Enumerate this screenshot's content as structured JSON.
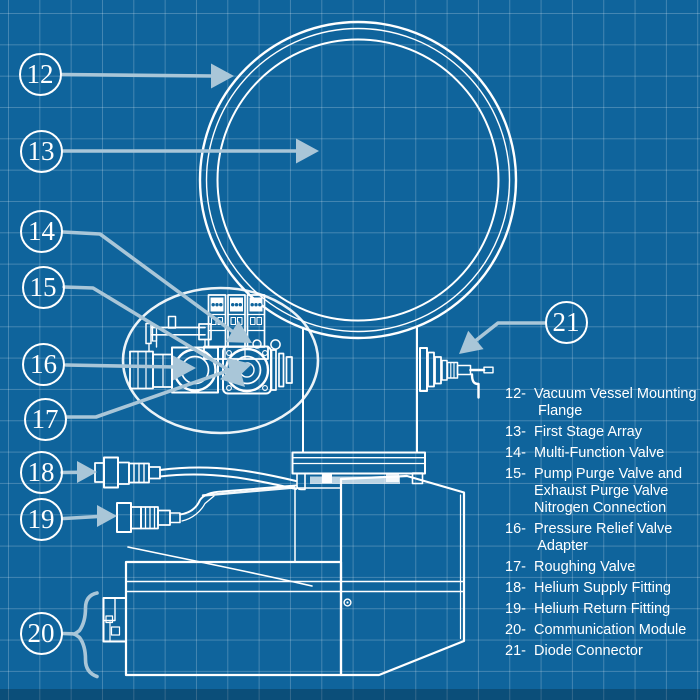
{
  "figure": {
    "kind": "blueprint-callout-diagram",
    "subject": "Cryopump / vacuum vessel labeled side view"
  },
  "theme": {
    "background": "#0f649c",
    "grid_line": "rgba(255,255,255,0.22)",
    "line": "#ffffff",
    "accent": "#a9c6d8",
    "footer_strip": "rgba(0,0,0,0.22)",
    "text": "#ffffff"
  },
  "callouts": [
    {
      "number": "12"
    },
    {
      "number": "13"
    },
    {
      "number": "14"
    },
    {
      "number": "15"
    },
    {
      "number": "16"
    },
    {
      "number": "17"
    },
    {
      "number": "18"
    },
    {
      "number": "19"
    },
    {
      "number": "20"
    },
    {
      "number": "21"
    }
  ],
  "legend": {
    "items": [
      {
        "num": "12-",
        "label": "Vacuum Vessel Mounting\n Flange"
      },
      {
        "num": "13-",
        "label": "First Stage Array"
      },
      {
        "num": "14-",
        "label": "Multi-Function Valve"
      },
      {
        "num": "15-",
        "label": "Pump Purge Valve and\nExhaust Purge Valve\nNitrogen Connection"
      },
      {
        "num": "16-",
        "label": "Pressure Relief Valve\n Adapter"
      },
      {
        "num": "17-",
        "label": "Roughing Valve"
      },
      {
        "num": "18-",
        "label": "Helium Supply Fitting"
      },
      {
        "num": "19-",
        "label": "Helium Return Fitting"
      },
      {
        "num": "20-",
        "label": "Communication Module"
      },
      {
        "num": "21-",
        "label": "Diode Connector"
      }
    ]
  }
}
